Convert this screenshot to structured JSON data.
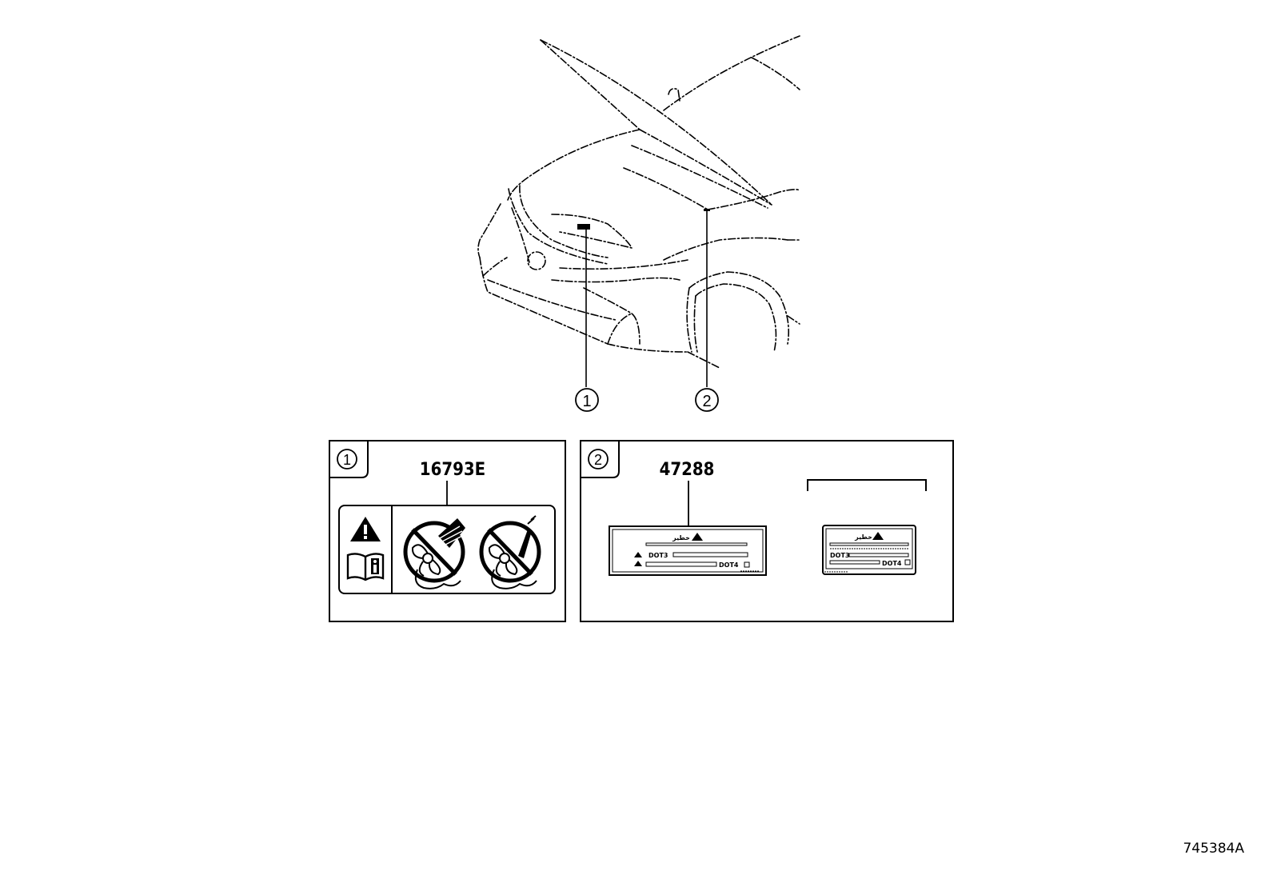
{
  "callouts": [
    {
      "marker": "1",
      "part_number": "16793E"
    },
    {
      "marker": "2",
      "part_number": "47288"
    }
  ],
  "label_text": {
    "arabic_warning": "خطير",
    "fluid_1": "DOT3",
    "fluid_2": "DOT4"
  },
  "illustration_id": "745384A"
}
